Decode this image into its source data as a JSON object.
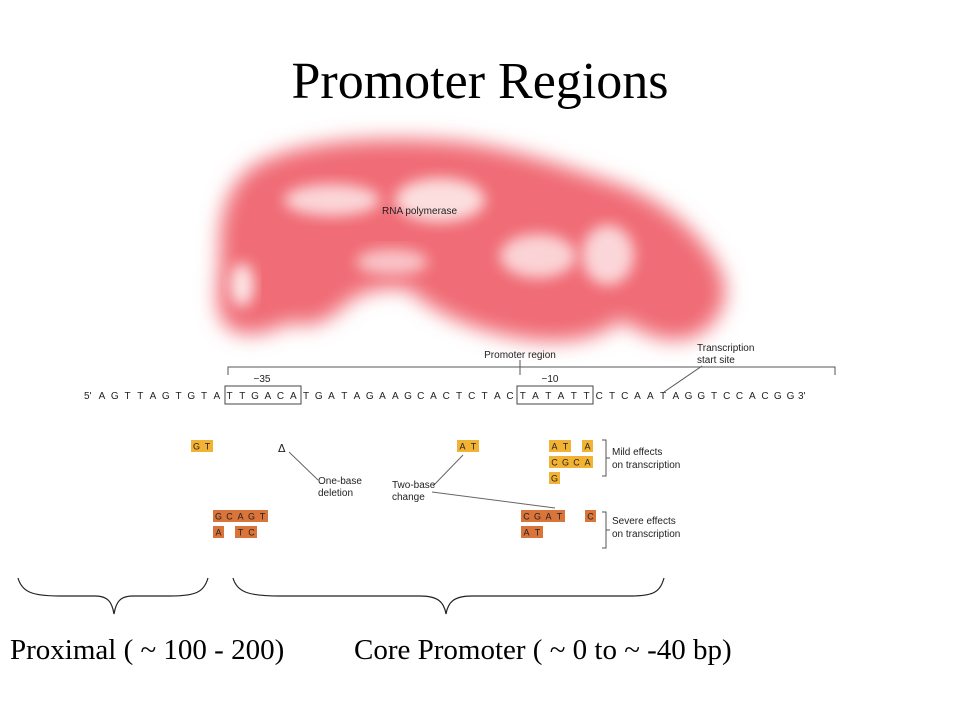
{
  "slide": {
    "title": "Promoter Regions",
    "bottom_labels": {
      "proximal": "Proximal ( ~ 100 - 200)",
      "core": "Core Promoter ( ~ 0 to ~ -40 bp)"
    }
  },
  "figure": {
    "polymerase_label": "RNA polymerase",
    "promoter_region_label": "Promoter region",
    "tss_label": [
      "Transcription",
      "start site"
    ],
    "minus35_label": "−35",
    "minus10_label": "−10",
    "five_prime": "5'",
    "three_prime": "3'",
    "sequence": "AGTTAGTGTATTGACATGATAGAAGCACTCTACTATATTCTCAATAGGTCCACGG",
    "minus35_box": "TTGACA",
    "minus10_box": "TATATT",
    "annotations": {
      "one_base": [
        "One-base",
        "deletion"
      ],
      "two_base": [
        "Two-base",
        "change"
      ],
      "mild": [
        "Mild effects",
        "on transcription"
      ],
      "severe": [
        "Severe effects",
        "on transcription"
      ],
      "delta": "Δ"
    },
    "mutation_tiles": {
      "mild_color": "#f2b233",
      "severe_color": "#d9743a",
      "group_gt": [
        "G",
        "T"
      ],
      "group_at": [
        "A",
        "T"
      ],
      "mild_row1": [
        "A",
        "T",
        "A"
      ],
      "mild_row2": [
        "C",
        "G",
        "C",
        "A"
      ],
      "mild_row3": [
        "G"
      ],
      "severe_left_row1": [
        "G",
        "C",
        "A",
        "G",
        "T"
      ],
      "severe_left_row2": [
        "A",
        "T",
        "C"
      ],
      "severe_right_row1": [
        "C",
        "G",
        "A",
        "T",
        "C"
      ],
      "severe_right_row2": [
        "A",
        "T"
      ]
    }
  }
}
